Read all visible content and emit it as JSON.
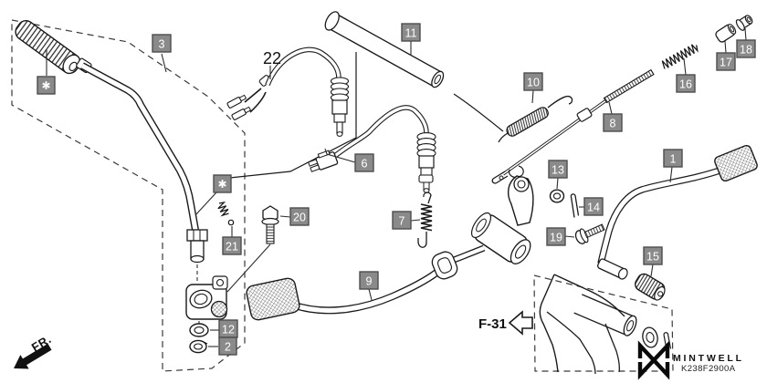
{
  "diagram": {
    "type": "exploded-parts-diagram",
    "subject": "pedal / kick starter arm",
    "brand": "MINTWELL",
    "drawing_code": "K238F2900A",
    "front_marker": "FR.",
    "section_ref": "F-31",
    "colors": {
      "background": "#ffffff",
      "line": "#1a1a1a",
      "label_bg": "#8a8a8a",
      "label_border": "#4d4d4d",
      "label_text": "#ffffff"
    }
  },
  "labels": {
    "1": "1",
    "2": "2",
    "3": "3",
    "6": "6",
    "7": "7",
    "8": "8",
    "9": "9",
    "10": "10",
    "11": "11",
    "12": "12",
    "13": "13",
    "14": "14",
    "15": "15",
    "16": "16",
    "17": "17",
    "18": "18",
    "19": "19",
    "20": "20",
    "21": "21",
    "22": "22",
    "asterisk": "✱"
  }
}
